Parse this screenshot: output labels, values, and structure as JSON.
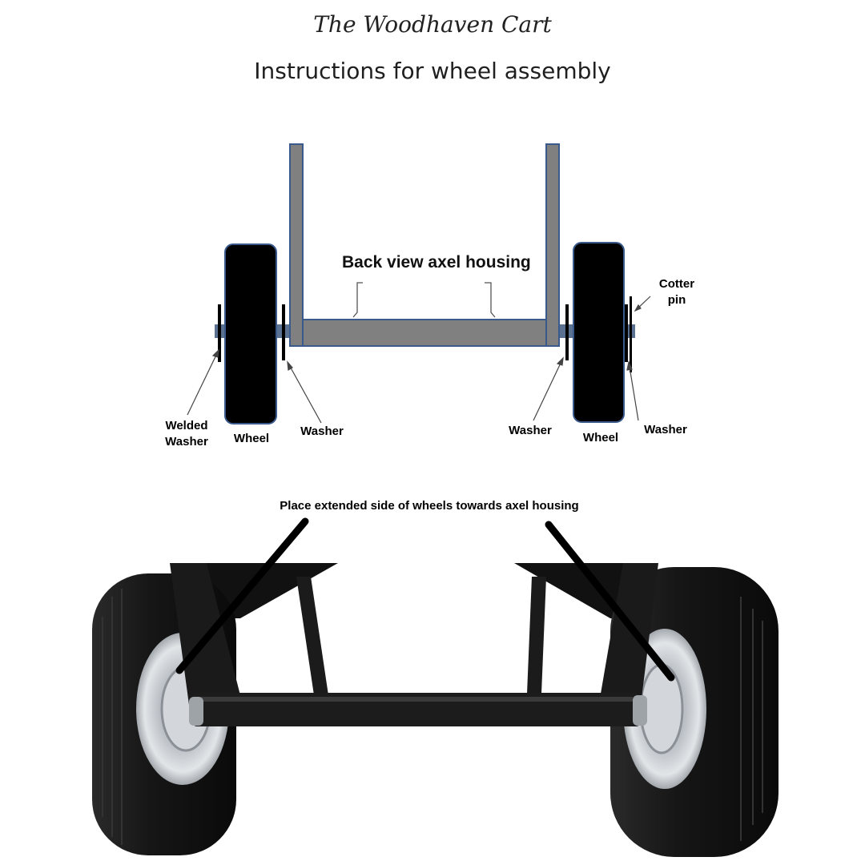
{
  "header": {
    "brand": "The Woodhaven Cart",
    "title": "Instructions for wheel assembly"
  },
  "diagram": {
    "housing_label": "Back view axel housing",
    "labels": {
      "welded_washer_line1": "Welded",
      "welded_washer_line2": "Washer",
      "wheel_left": "Wheel",
      "washer_left": "Washer",
      "washer_right_inner": "Washer",
      "wheel_right": "Wheel",
      "washer_right_outer": "Washer",
      "cotter_line1": "Cotter",
      "cotter_line2": "pin"
    },
    "colors": {
      "frame_fill": "#808080",
      "frame_stroke": "#3a5a8c",
      "wheel": "#000000",
      "axle": "#5a7191"
    }
  },
  "photo": {
    "caption": "Place extended side of wheels towards axel housing"
  }
}
